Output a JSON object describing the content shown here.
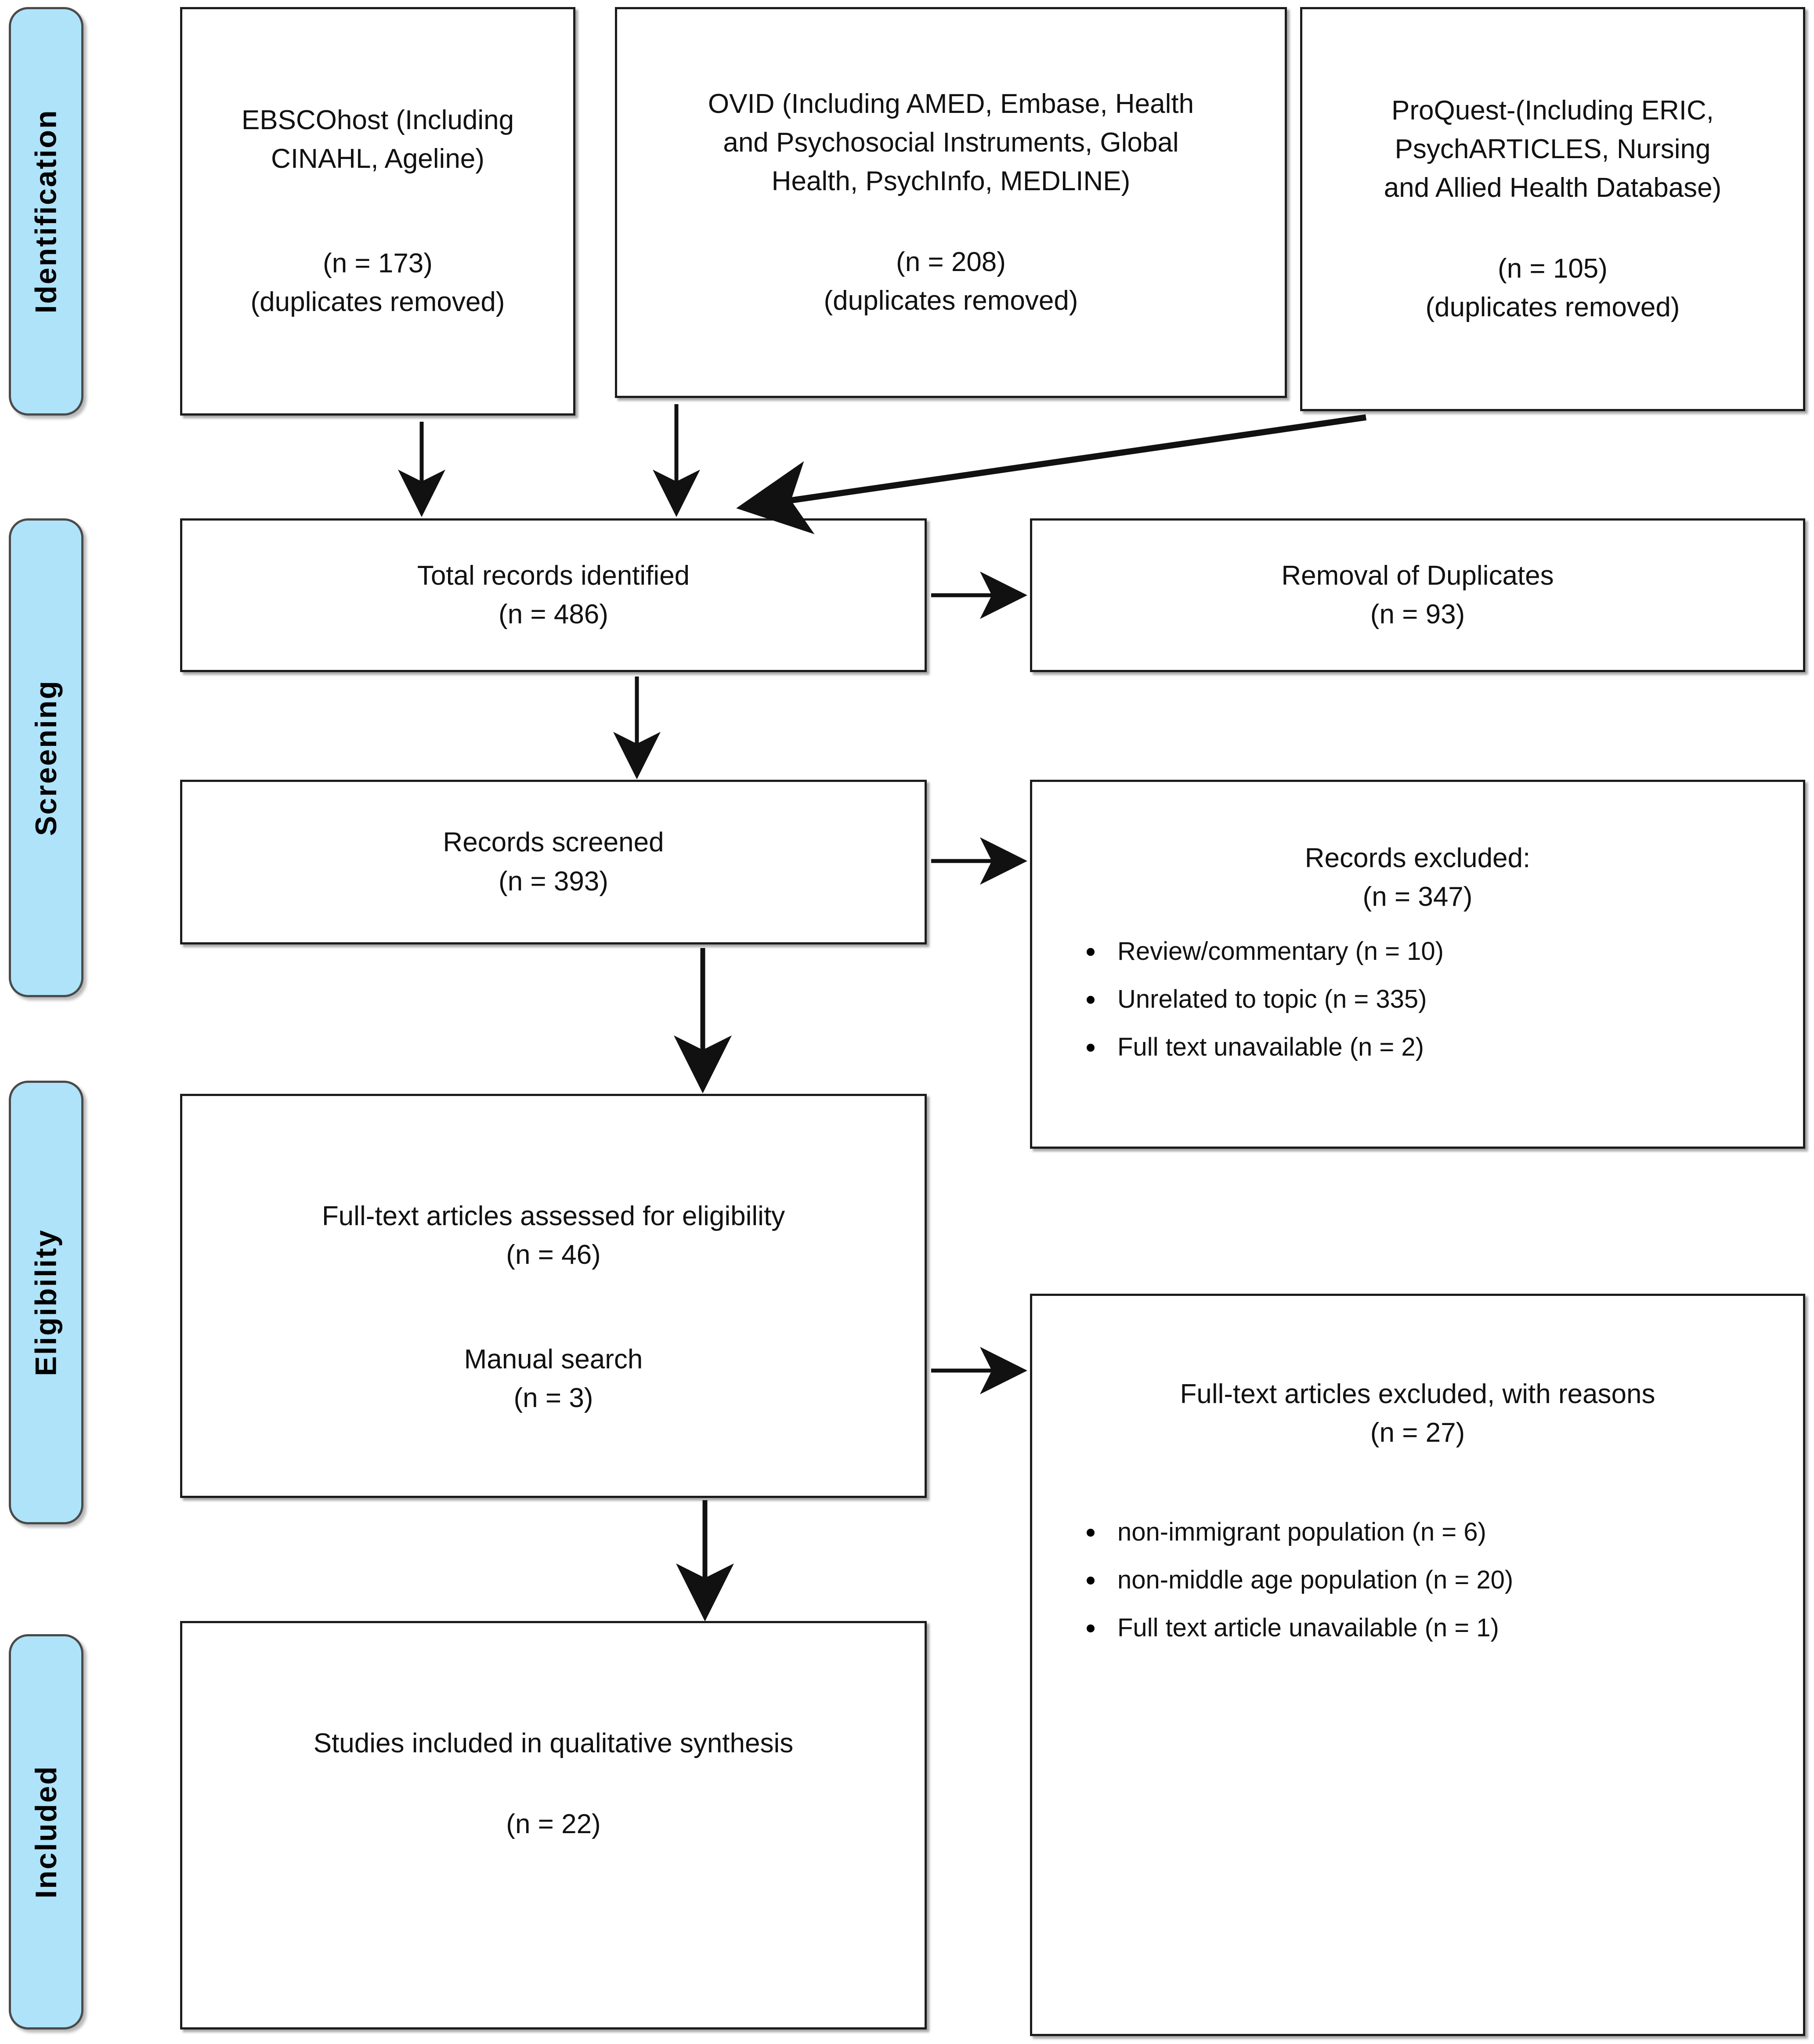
{
  "diagram": {
    "type": "prisma-flow-diagram",
    "accent_color": "#AEE3FA",
    "border_color": "#1c1c1c",
    "phases": [
      {
        "key": "identification",
        "label": "Identification"
      },
      {
        "key": "screening",
        "label": "Screening"
      },
      {
        "key": "eligibility",
        "label": "Eligibility"
      },
      {
        "key": "included",
        "label": "Included"
      }
    ]
  },
  "identification": {
    "sources": [
      {
        "name": "EBSCOhost (Including CINAHL, Ageline)",
        "line1": "EBSCOhost (Including",
        "line2": "CINAHL, Ageline)",
        "count": "(n = 173)",
        "note": "(duplicates removed)"
      },
      {
        "name": "OVID (Including AMED, Embase, Health and Psychosocial Instruments, Global Health, PsychInfo, MEDLINE)",
        "line1": "OVID (Including AMED, Embase, Health",
        "line2": "and Psychosocial Instruments, Global",
        "line3": "Health, PsychInfo, MEDLINE)",
        "count": "(n = 208)",
        "note": "(duplicates removed)"
      },
      {
        "name": "ProQuest-(Including ERIC, PsychARTICLES, Nursing and Allied Health Database)",
        "line1": "ProQuest-(Including ERIC,",
        "line2": "PsychARTICLES, Nursing",
        "line3": "and Allied Health Database)",
        "count": "(n = 105)",
        "note": "(duplicates removed)"
      }
    ]
  },
  "screening": {
    "total_records": {
      "label": "Total records identified",
      "count": "(n = 486)"
    },
    "duplicates_removed": {
      "label": "Removal of Duplicates",
      "count": "(n = 93)"
    },
    "records_screened": {
      "label": "Records screened",
      "count": "(n = 393)"
    },
    "records_excluded": {
      "label": "Records excluded:",
      "count": "(n = 347)",
      "reasons": [
        "Review/commentary (n = 10)",
        "Unrelated to topic (n = 335)",
        "Full text unavailable (n = 2)"
      ]
    }
  },
  "eligibility": {
    "full_text_assessed": {
      "label": "Full-text articles assessed for eligibility",
      "count": "(n = 46)"
    },
    "manual_search": {
      "label": "Manual search",
      "count": "(n = 3)"
    },
    "full_text_excluded": {
      "label": "Full-text articles excluded, with reasons",
      "count": "(n = 27)",
      "reasons": [
        "non-immigrant population (n = 6)",
        "non-middle age population (n = 20)",
        "Full text article unavailable (n = 1)"
      ]
    }
  },
  "included": {
    "studies_included": {
      "label": "Studies included in qualitative synthesis",
      "count": "(n = 22)"
    }
  }
}
